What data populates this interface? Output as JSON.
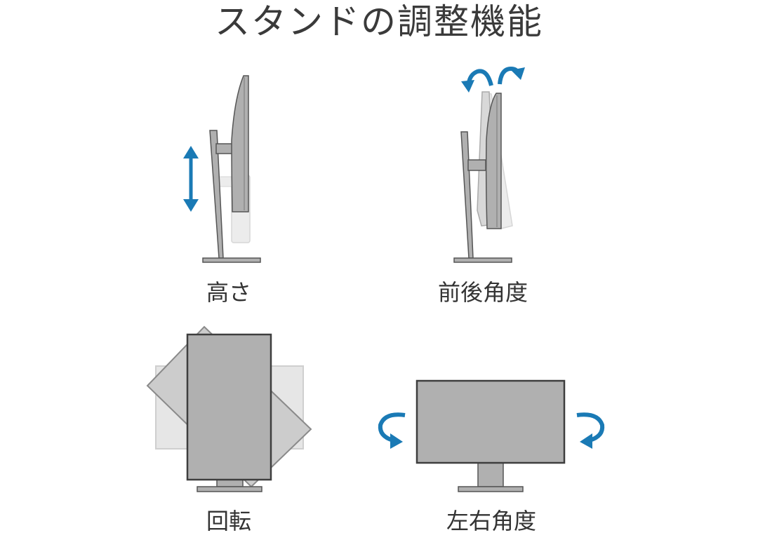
{
  "title": "スタンドの調整機能",
  "colors": {
    "accent_arrow": "#1a7ab5",
    "monitor_fill": "#b0b0b0",
    "monitor_stroke": "#444444",
    "ghost_fill": "#e4e4e4",
    "ghost_stroke": "#c8c8c8",
    "mid_fill": "#cccccc",
    "mid_stroke": "#8a8a8a"
  },
  "panels": [
    {
      "id": "height",
      "label": "高さ",
      "icon": "height-adjust-illustration"
    },
    {
      "id": "tilt",
      "label": "前後角度",
      "icon": "tilt-adjust-illustration"
    },
    {
      "id": "pivot",
      "label": "回転",
      "icon": "pivot-rotation-illustration"
    },
    {
      "id": "swivel",
      "label": "左右角度",
      "icon": "swivel-adjust-illustration"
    }
  ]
}
